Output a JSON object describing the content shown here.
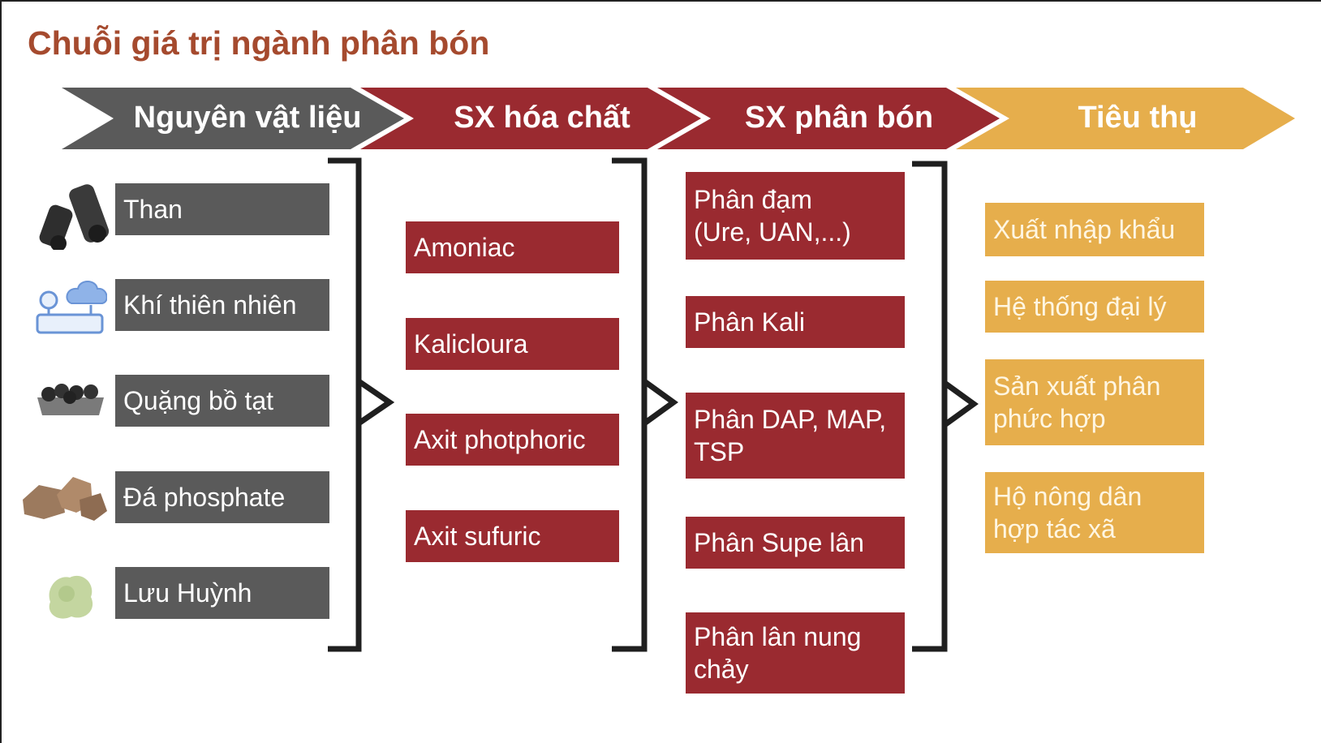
{
  "title": "Chuỗi giá trị ngành phân bón",
  "stages": [
    {
      "label": "Nguyên vật liệu",
      "color": "#5a5a5a"
    },
    {
      "label": "SX hóa chất",
      "color": "#9a2a30"
    },
    {
      "label": "SX phân bón",
      "color": "#9a2a30"
    },
    {
      "label": "Tiêu thụ",
      "color": "#e6ae4c"
    }
  ],
  "raw_materials": [
    {
      "label": "Than",
      "icon": "coal-icon"
    },
    {
      "label": "Khí thiên nhiên",
      "icon": "natural-gas-icon"
    },
    {
      "label": "Quặng bồ tạt",
      "icon": "potash-ore-icon"
    },
    {
      "label": "Đá phosphate",
      "icon": "phosphate-rock-icon"
    },
    {
      "label": "Lưu Huỳnh",
      "icon": "sulfur-icon"
    }
  ],
  "chemicals": [
    "Amoniac",
    "Kalicloura",
    "Axit photphoric",
    "Axit sufuric"
  ],
  "fertilizers": [
    "Phân đạm\n(Ure, UAN,...)",
    "Phân Kali",
    "Phân DAP, MAP,\nTSP",
    "Phân Supe lân",
    "Phân lân nung\nchảy"
  ],
  "consumption": [
    "Xuất nhập khẩu",
    "Hệ thống đại lý",
    "Sản xuất phân\nphức hợp",
    "Hộ nông dân\nhợp tác xã"
  ]
}
